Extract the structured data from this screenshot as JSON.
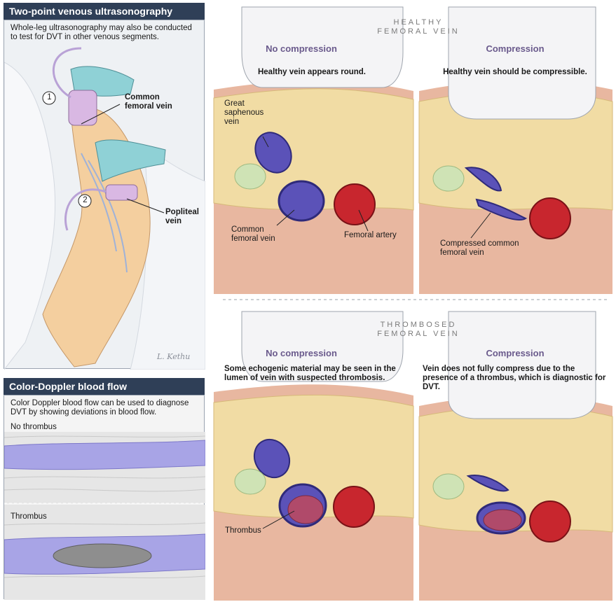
{
  "left_top_panel": {
    "title": "Two-point venous ultrasonography",
    "description": "Whole-leg ultrasonography may also be conducted to test for DVT in other venous segments.",
    "marker_1": "1",
    "marker_2": "2",
    "label_common_femoral": "Common femoral vein",
    "label_popliteal": "Popliteal vein",
    "signature": "L. Kethu"
  },
  "left_bottom_panel": {
    "title": "Color-Doppler blood flow",
    "description": "Color Doppler blood flow can be used to diagnose DVT by showing deviations in blood flow.",
    "no_thrombus_label": "No thrombus",
    "thrombus_label": "Thrombus"
  },
  "healthy": {
    "section_title": "HEALTHY FEMORAL VEIN",
    "no_compression": {
      "mode": "No compression",
      "caption": "Healthy vein appears round.",
      "label_gsv": "Great saphenous vein",
      "label_cfv": "Common femoral vein",
      "label_artery": "Femoral artery"
    },
    "compression": {
      "mode": "Compression",
      "caption": "Healthy vein should be compressible.",
      "label_compressed": "Compressed common femoral vein"
    }
  },
  "thrombosed": {
    "section_title": "THROMBOSED FEMORAL VEIN",
    "no_compression": {
      "mode": "No compression",
      "caption": "Some echogenic material may be seen in the lumen of vein with suspected thrombosis.",
      "label_thrombus": "Thrombus"
    },
    "compression": {
      "mode": "Compression",
      "caption": "Vein does not fully compress due to the presence of a thrombus, which is diagnostic for DVT."
    }
  },
  "colors": {
    "header_bg": "#2f3f57",
    "vein": "#5b52b8",
    "artery": "#c8262e",
    "fat": "#f1dca4",
    "muscle": "#e8b7a0",
    "doppler_flow": "#a8a4e6",
    "thrombus": "#8e8e8e"
  }
}
